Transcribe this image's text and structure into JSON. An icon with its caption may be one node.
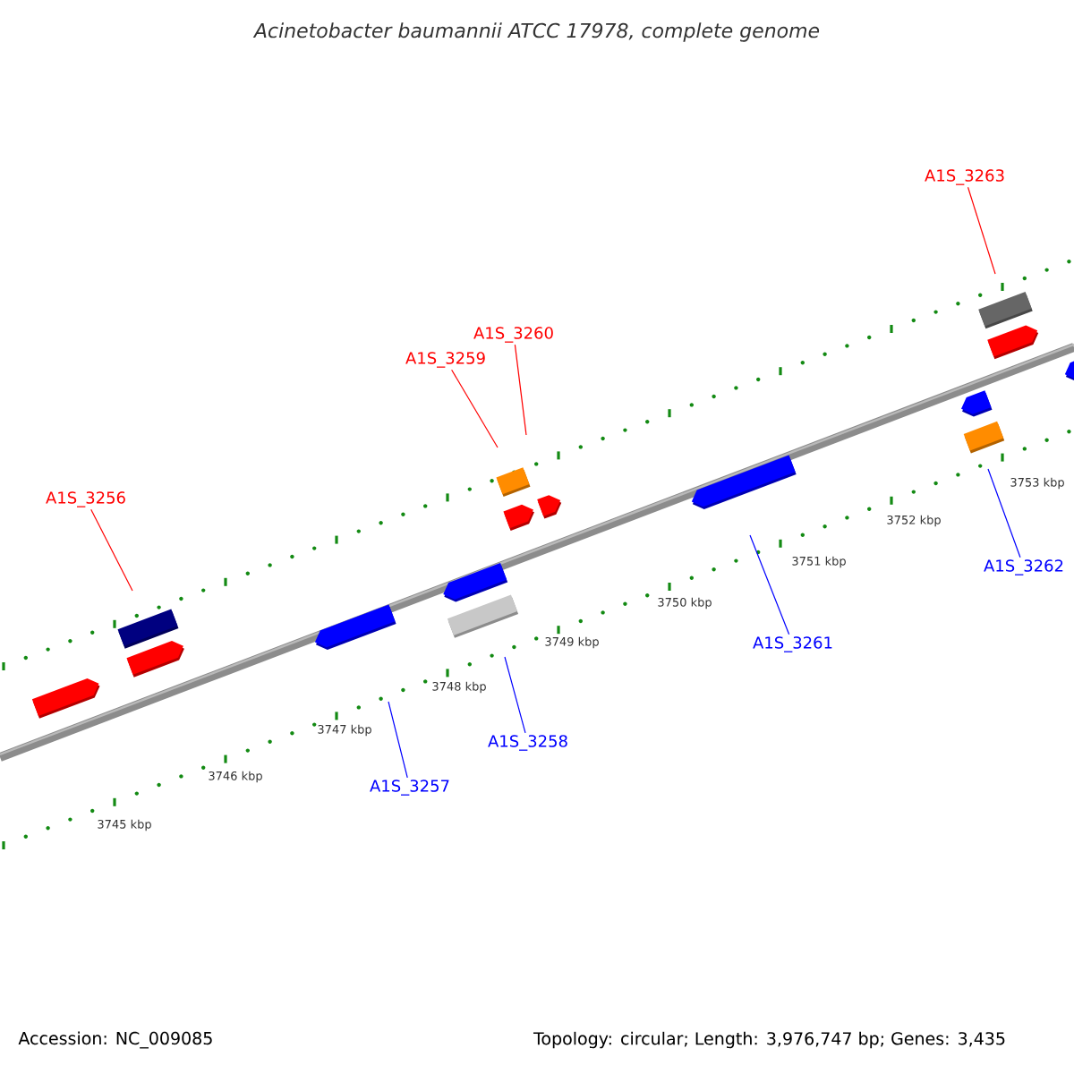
{
  "diagram": {
    "title": "Acinetobacter baumannii ATCC 17978, complete genome",
    "nodes": [
      {
        "text": [
          "A1S_3263"
        ]
      },
      {
        "text": [
          "A1S_3260"
        ]
      },
      {
        "text": [
          "A1S_3259"
        ]
      },
      {
        "text": [
          "A1S_3256"
        ]
      },
      {
        "text": [
          "A1S_3262"
        ]
      },
      {
        "text": [
          "A1S_3261"
        ]
      },
      {
        "text": [
          "A1S_3258"
        ]
      },
      {
        "text": [
          "A1S_3257"
        ]
      }
    ],
    "edges": [
      {
        "from": 0,
        "to": null,
        "arrow": "none",
        "color": "#ff0000"
      },
      {
        "from": 1,
        "to": null,
        "arrow": "none",
        "color": "#ff0000"
      },
      {
        "from": 2,
        "to": null,
        "arrow": "none",
        "color": "#ff0000"
      },
      {
        "from": 3,
        "to": null,
        "arrow": "none",
        "color": "#ff0000"
      },
      {
        "from": 4,
        "to": null,
        "arrow": "none",
        "color": "#0000ff"
      },
      {
        "from": 5,
        "to": null,
        "arrow": "none",
        "color": "#0000ff"
      },
      {
        "from": 6,
        "to": null,
        "arrow": "none",
        "color": "#0000ff"
      },
      {
        "from": 7,
        "to": null,
        "arrow": "none",
        "color": "#0000ff"
      }
    ],
    "labels": [
      "3753 kbp",
      "3752 kbp",
      "3751 kbp",
      "3750 kbp",
      "3749 kbp",
      "3748 kbp",
      "3747 kbp",
      "3746 kbp",
      "3745 kbp",
      "Accession: NC_009085",
      "Topology: circular; Length: 3,976,747 bp; Genes: 3,435"
    ]
  }
}
